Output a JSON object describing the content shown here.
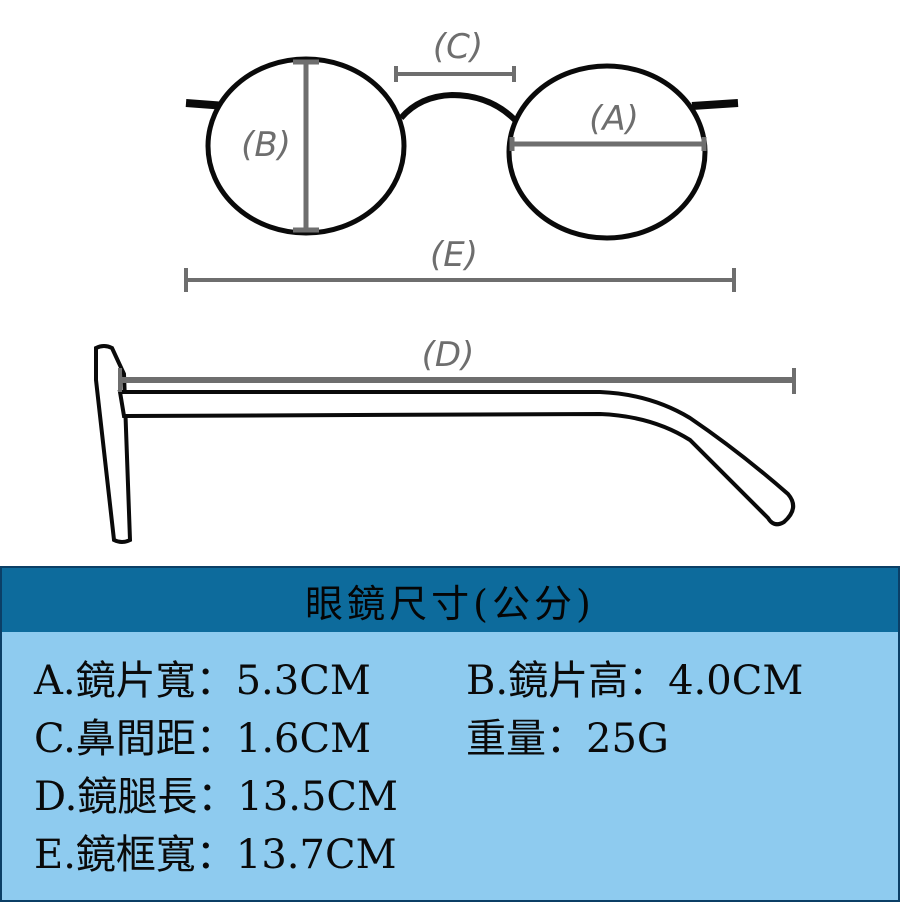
{
  "diagram": {
    "labels": {
      "a": "(A)",
      "b": "(B)",
      "c": "(C)",
      "d": "(D)",
      "e": "(E)"
    }
  },
  "specs": {
    "title": "眼鏡尺寸(公分)",
    "rows": [
      {
        "first": "A.鏡片寬：5.3CM",
        "second": "B.鏡片高：4.0CM"
      },
      {
        "first": "C.鼻間距：1.6CM",
        "second": "重量：25G"
      },
      {
        "first": "D.鏡腿長：13.5CM",
        "second": ""
      },
      {
        "first": "E.鏡框寬：13.7CM",
        "second": ""
      }
    ]
  },
  "colors": {
    "frame": "#0a0a0a",
    "dimension": "#6e6e6e",
    "panel_bg": "#8ecbef",
    "panel_header": "#0d6b9c",
    "panel_border": "#0b3f66"
  }
}
